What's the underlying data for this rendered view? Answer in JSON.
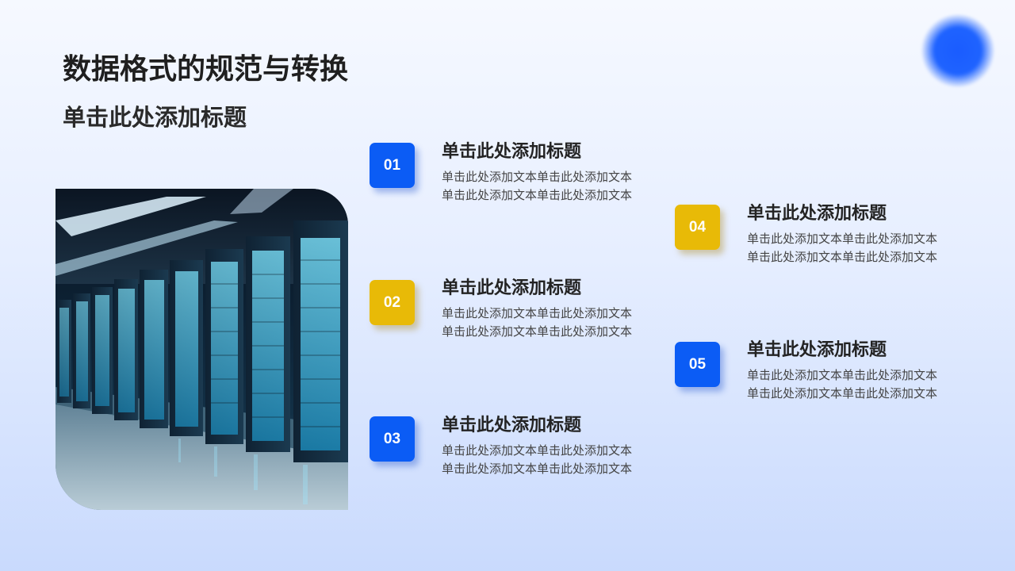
{
  "slide": {
    "title": "数据格式的规范与转换",
    "subtitle": "单击此处添加标题"
  },
  "photo": {
    "icon": "server-room-image"
  },
  "items": [
    {
      "number": "01",
      "color": "#0b5cf5",
      "title": "单击此处添加标题",
      "lines": [
        "单击此处添加文本单击此处添加文本",
        "单击此处添加文本单击此处添加文本"
      ]
    },
    {
      "number": "02",
      "color": "#e8ba07",
      "title": "单击此处添加标题",
      "lines": [
        "单击此处添加文本单击此处添加文本",
        "单击此处添加文本单击此处添加文本"
      ]
    },
    {
      "number": "03",
      "color": "#0b5cf5",
      "title": "单击此处添加标题",
      "lines": [
        "单击此处添加文本单击此处添加文本",
        "单击此处添加文本单击此处添加文本"
      ]
    },
    {
      "number": "04",
      "color": "#e8ba07",
      "title": "单击此处添加标题",
      "lines": [
        "单击此处添加文本单击此处添加文本",
        "单击此处添加文本单击此处添加文本"
      ]
    },
    {
      "number": "05",
      "color": "#0b5cf5",
      "title": "单击此处添加标题",
      "lines": [
        "单击此处添加文本单击此处添加文本",
        "单击此处添加文本单击此处添加文本"
      ]
    }
  ],
  "colors": {
    "accent_blue": "#0b5cf5",
    "accent_gold": "#e8ba07",
    "blob": "#1f63ff"
  }
}
